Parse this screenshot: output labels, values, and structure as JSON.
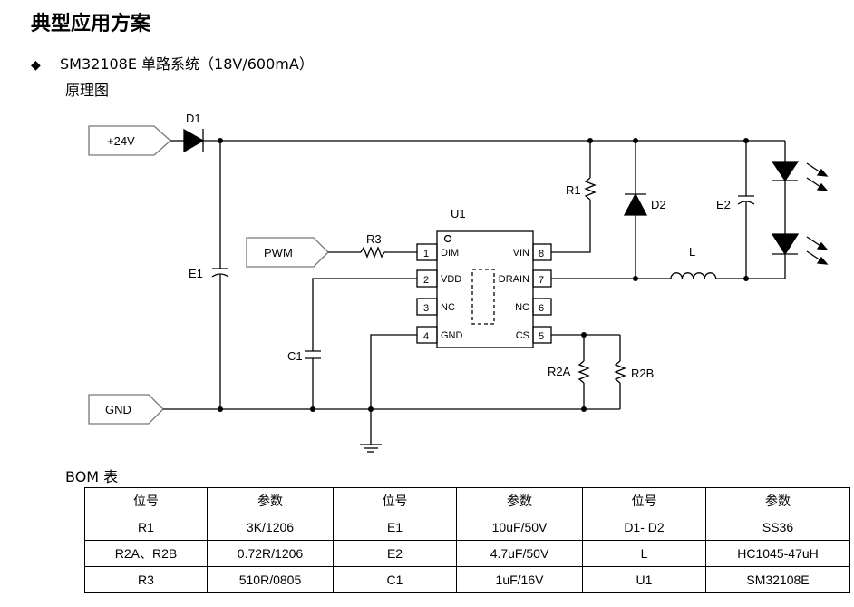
{
  "page": {
    "title": "典型应用方案",
    "section": "SM32108E 单路系统（18V/600mA）",
    "subsection": "原理图",
    "bom_label": "BOM 表"
  },
  "schematic": {
    "ports": {
      "vin": "+24V",
      "pwm": "PWM",
      "gnd": "GND"
    },
    "chip": {
      "ref": "U1"
    },
    "pins": [
      {
        "num": "1",
        "name": "DIM"
      },
      {
        "num": "2",
        "name": "VDD"
      },
      {
        "num": "3",
        "name": "NC"
      },
      {
        "num": "4",
        "name": "GND"
      },
      {
        "num": "8",
        "name": "VIN"
      },
      {
        "num": "7",
        "name": "DRAIN"
      },
      {
        "num": "6",
        "name": "NC"
      },
      {
        "num": "5",
        "name": "CS"
      }
    ],
    "refs": {
      "D1": "D1",
      "D2": "D2",
      "E1": "E1",
      "E2": "E2",
      "C1": "C1",
      "R1": "R1",
      "R3": "R3",
      "R2A": "R2A",
      "R2B": "R2B",
      "L": "L"
    }
  },
  "bom": {
    "headers": [
      "位号",
      "参数",
      "位号",
      "参数",
      "位号",
      "参数"
    ],
    "rows": [
      [
        "R1",
        "3K/1206",
        "E1",
        "10uF/50V",
        "D1- D2",
        "SS36"
      ],
      [
        "R2A、R2B",
        "0.72R/1206",
        "E2",
        "4.7uF/50V",
        "L",
        "HC1045-47uH"
      ],
      [
        "R3",
        "510R/0805",
        "C1",
        "1uF/16V",
        "U1",
        "SM32108E"
      ]
    ]
  }
}
